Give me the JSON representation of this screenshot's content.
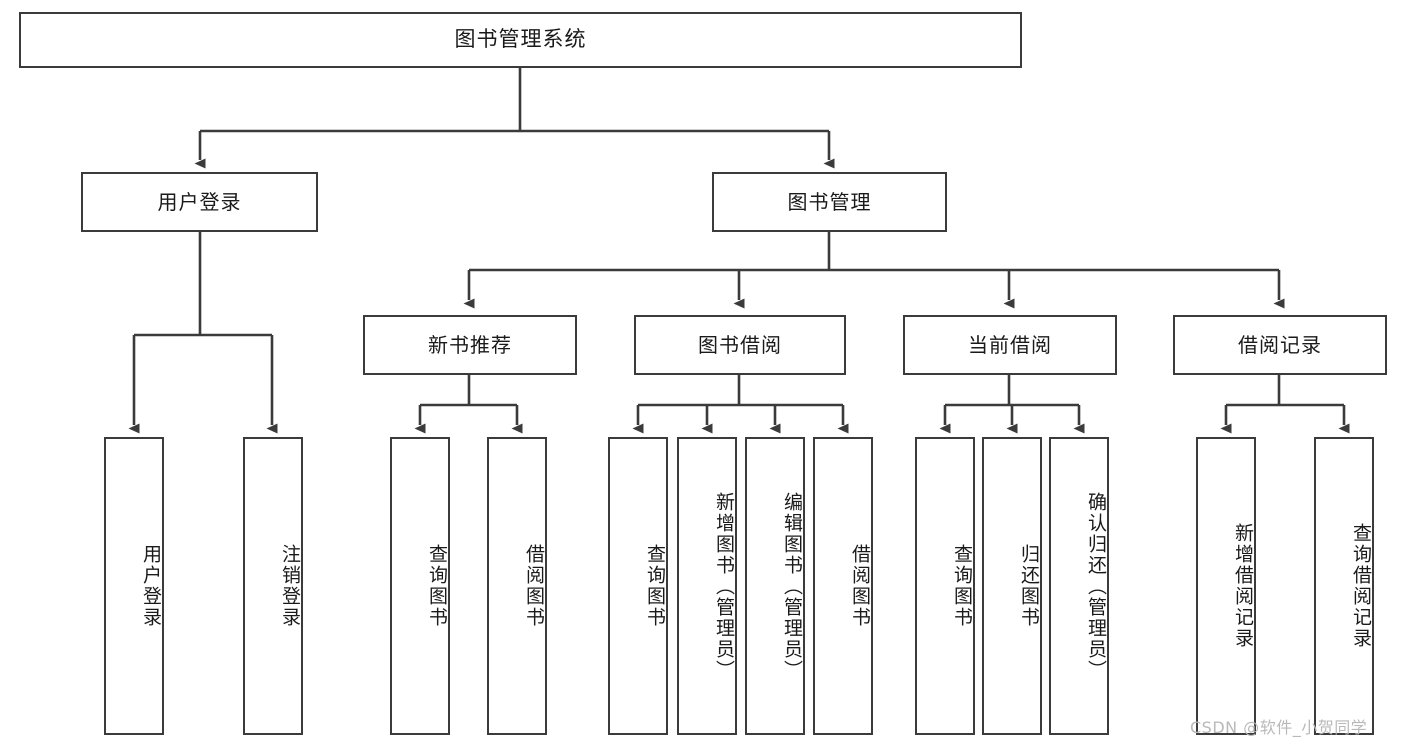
{
  "diagram": {
    "type": "tree-hierarchy",
    "root": {
      "label": "图书管理系统"
    },
    "level2": [
      {
        "label": "用户登录"
      },
      {
        "label": "图书管理"
      }
    ],
    "level3": [
      {
        "label": "新书推荐"
      },
      {
        "label": "图书借阅"
      },
      {
        "label": "当前借阅"
      },
      {
        "label": "借阅记录"
      }
    ],
    "leaves": [
      {
        "label": "用户登录"
      },
      {
        "label": "注销登录"
      },
      {
        "label": "查询图书"
      },
      {
        "label": "借阅图书"
      },
      {
        "label": "查询图书"
      },
      {
        "label": "新增图书（管理员）"
      },
      {
        "label": "编辑图书（管理员）"
      },
      {
        "label": "借阅图书"
      },
      {
        "label": "查询图书"
      },
      {
        "label": "归还图书"
      },
      {
        "label": "确认归还（管理员）"
      },
      {
        "label": "新增借阅记录"
      },
      {
        "label": "查询借阅记录"
      }
    ]
  },
  "watermark": {
    "text": "CSDN @软件_小贺同学"
  },
  "colors": {
    "stroke": "#3b3b3b",
    "background": "#ffffff",
    "text": "#1a1a1a",
    "watermark": "#b9b9b9"
  }
}
